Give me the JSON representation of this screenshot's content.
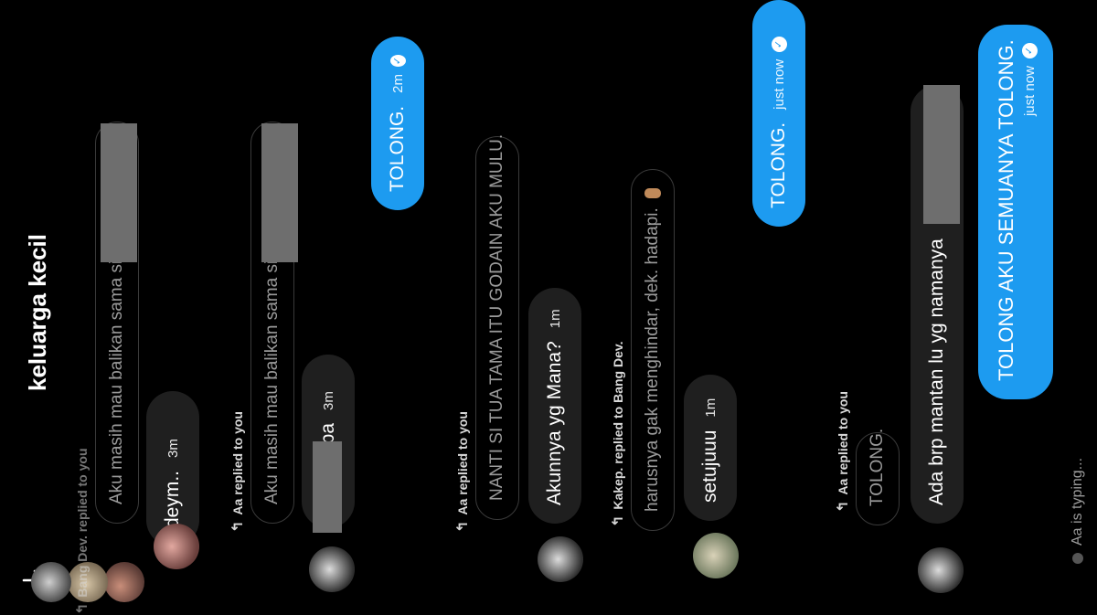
{
  "header": {
    "title": "keluarga kecil",
    "back_icon": "arrow-down-icon",
    "faded_reply_label": "Bang Dev. replied to you"
  },
  "messages": [
    {
      "quoted": "Aku masih mau balikan sama si",
      "text": "deym..",
      "time": "3m"
    },
    {
      "reply_label": "Aa replied to you",
      "quoted": "Aku masih mau balikan sama si",
      "text": "apa",
      "time": "3m"
    },
    {
      "text": "TOLONG.",
      "time": "2m",
      "outgoing": true
    },
    {
      "reply_label": "Aa replied to you",
      "quoted": "NANTI SI TUA TAMA ITU GODAIN AKU MULU.",
      "text": "Akunnya yg Mana?",
      "time": "1m"
    },
    {
      "reply_label": "Kakep. replied to Bang Dev.",
      "quoted": "harusnya gak menghindar, dek. hadapi.",
      "text": "setujuuu",
      "time": "1m"
    },
    {
      "text": "TOLONG.",
      "time": "just now",
      "outgoing": true
    },
    {
      "reply_label": "Aa replied to you",
      "quoted": "TOLONG.",
      "text": "Ada brp mantan lu yg namanya",
      "time": ""
    },
    {
      "text": "TOLONG AKU SEMUANYA TOLONG.",
      "time": "just now",
      "outgoing": true
    }
  ],
  "typing": {
    "text": "Aa is typing..."
  },
  "colors": {
    "accent": "#1d9bf0",
    "incoming_bubble": "#1f1f1f",
    "background": "#000000"
  }
}
